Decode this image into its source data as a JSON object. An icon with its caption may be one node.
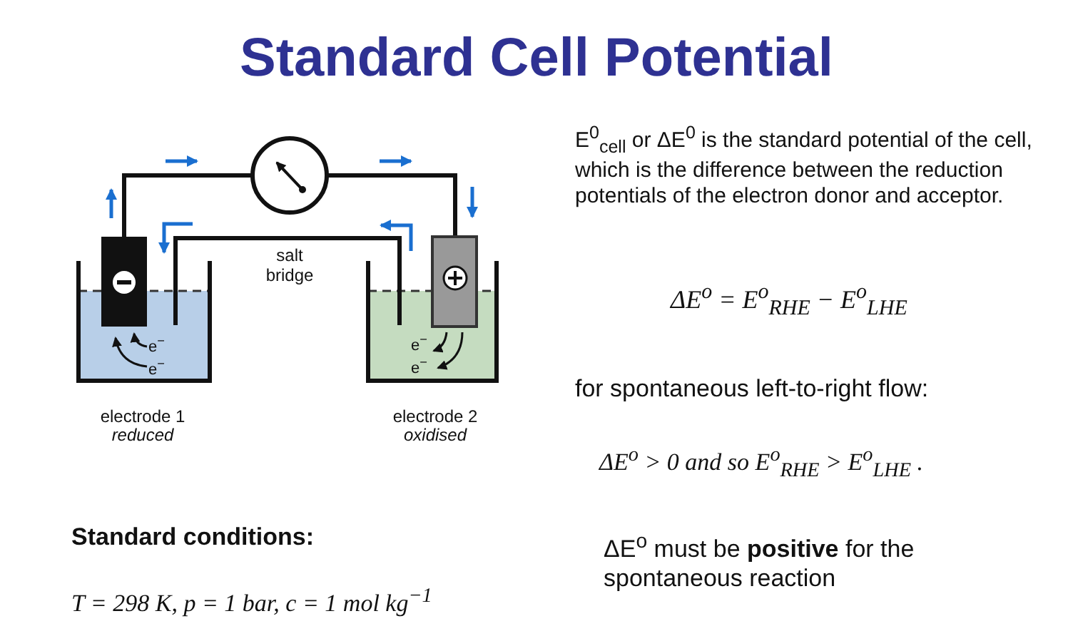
{
  "diagram": {
    "title": "Standard Cell Potential",
    "labels": [
      "salt bridge",
      "e$^{−}$",
      "e$^{−}$",
      "e$^{−}$",
      "e$^{−}$",
      "electrode 1",
      "reduced",
      "electrode 2",
      "oxidised",
      "E$^{0}$$_{cell}$ or ΔE$^{0}$ is the standard potential of the cell, which is the difference between the reduction potentials of the electron donor and acceptor.",
      "ΔE$^{o}$ = E$^{o}$$_{RHE}$ − E$^{o}$$_{LHE}$",
      "for spontaneous left-to-right flow:",
      "ΔE$^{o}$ > 0  and so E$^{o}$$_{RHE}$ > E$^{o}$$_{LHE}$ .",
      "ΔE$^{o}$ must be **positive** for the spontaneous reaction",
      "Standard conditions:",
      "T = 298 K,  p = 1 bar, c = 1 mol kg$^{−1}$"
    ]
  }
}
